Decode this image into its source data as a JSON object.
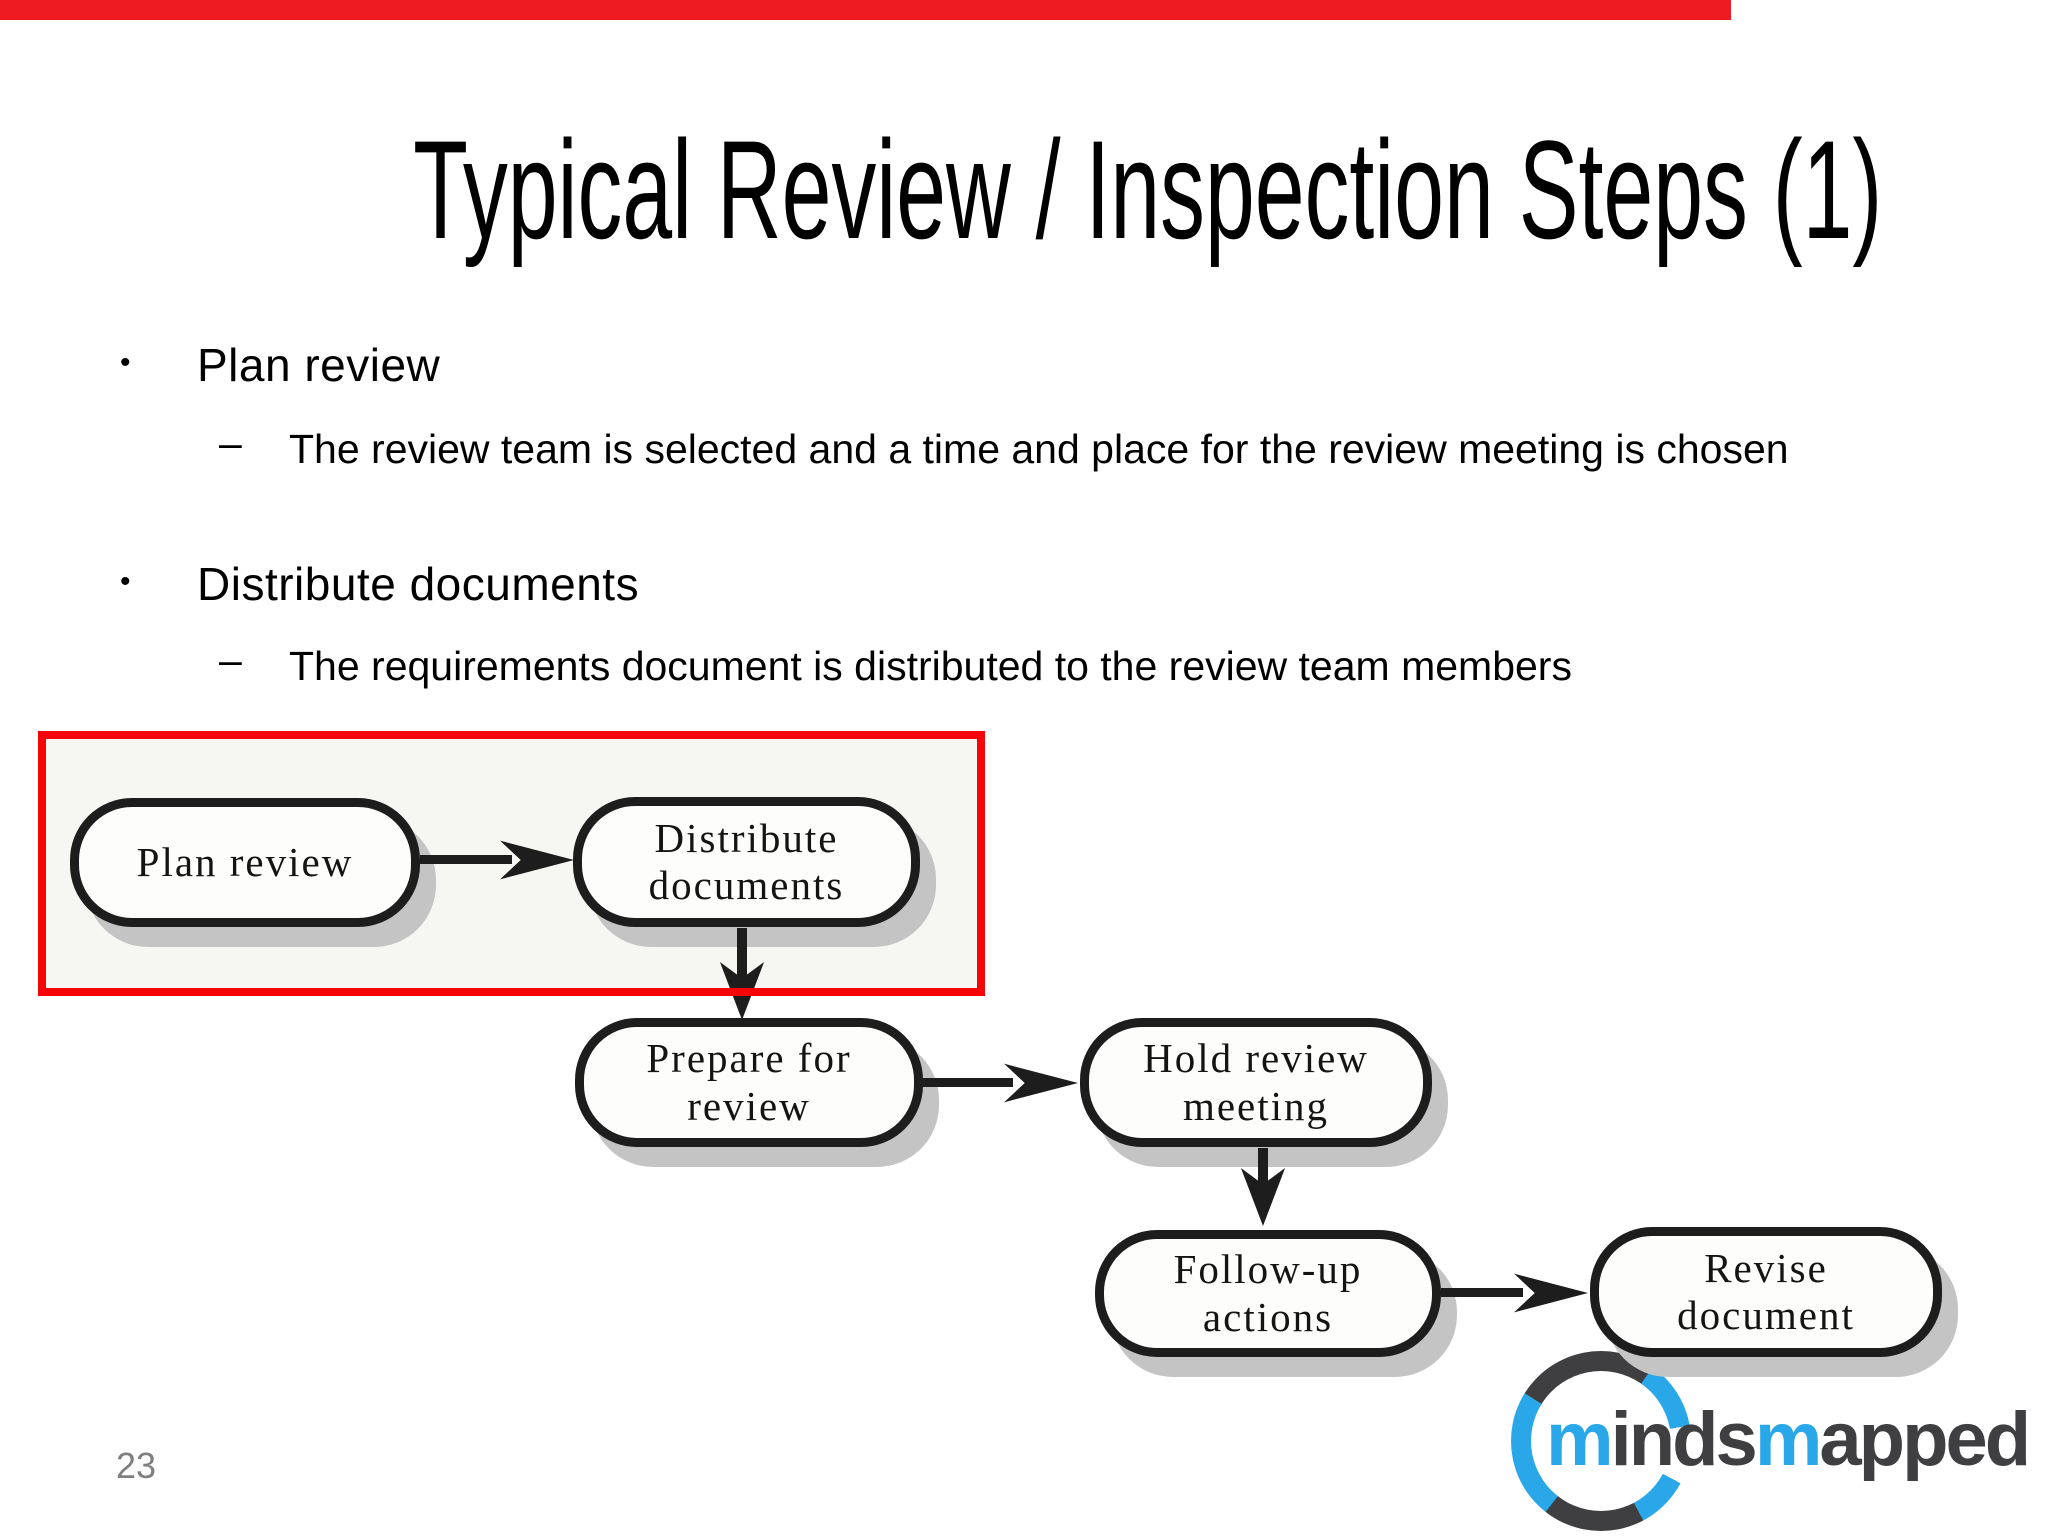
{
  "slide": {
    "title": "Typical Review / Inspection Steps (1)",
    "page_number": "23",
    "top_bar_color": "#ee1b23",
    "bullet_glyph": "•",
    "dash_glyph": "–",
    "bullets": [
      {
        "label": "Plan review",
        "sub": "The review team is selected and a time and place for the review meeting is chosen"
      },
      {
        "label": "Distribute documents",
        "sub": "The requirements document is distributed to the review team members"
      }
    ]
  },
  "flowchart": {
    "highlight_color": "#f50408",
    "node_border_color": "#1d1d1e",
    "node_fill_color": "#fdfdfc",
    "shadow_color": "#c4c4c4",
    "figure_background": "#f6f6f3",
    "nodes": [
      {
        "id": "plan-review",
        "line1": "Plan review",
        "line2": ""
      },
      {
        "id": "distribute-documents",
        "line1": "Distribute",
        "line2": "documents"
      },
      {
        "id": "prepare-for-review",
        "line1": "Prepare for",
        "line2": "review"
      },
      {
        "id": "hold-review-meeting",
        "line1": "Hold review",
        "line2": "meeting"
      },
      {
        "id": "follow-up-actions",
        "line1": "Follow-up",
        "line2": "actions"
      },
      {
        "id": "revise-document",
        "line1": "Revise",
        "line2": "document"
      }
    ],
    "connections": [
      "plan-review -> distribute-documents",
      "distribute-documents -> prepare-for-review",
      "prepare-for-review -> hold-review-meeting",
      "hold-review-meeting -> follow-up-actions",
      "follow-up-actions -> revise-document"
    ]
  },
  "logo": {
    "blue": "#2aa7e8",
    "dark": "#3f3f41",
    "segments": [
      {
        "text": "m",
        "color": "blue"
      },
      {
        "text": "inds",
        "color": "dark"
      },
      {
        "text": "m",
        "color": "blue"
      },
      {
        "text": "apped",
        "color": "dark"
      }
    ]
  }
}
